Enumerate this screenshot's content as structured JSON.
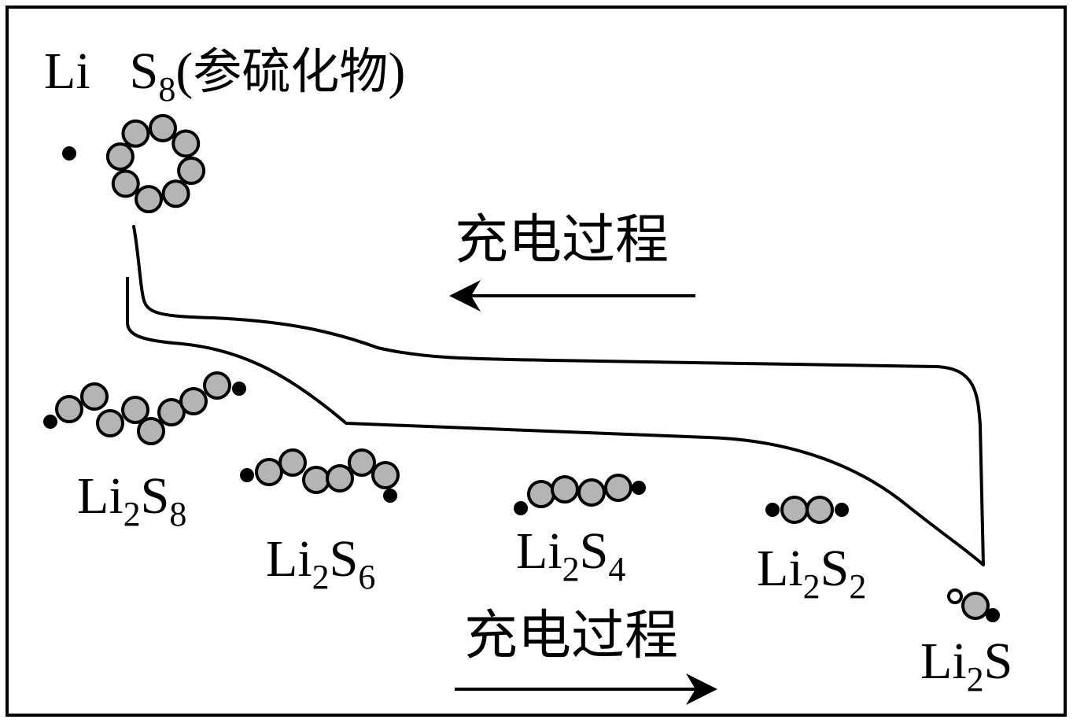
{
  "title": {
    "li": "Li",
    "s": "S",
    "s_sub": "8",
    "paren_open": "(",
    "zh": "参硫化物",
    "paren_close": ")"
  },
  "species": [
    {
      "id": "li2s8",
      "base": "Li",
      "sub1": "2",
      "mid": "S",
      "sub2": "8"
    },
    {
      "id": "li2s6",
      "base": "Li",
      "sub1": "2",
      "mid": "S",
      "sub2": "6"
    },
    {
      "id": "li2s4",
      "base": "Li",
      "sub1": "2",
      "mid": "S",
      "sub2": "4"
    },
    {
      "id": "li2s2",
      "base": "Li",
      "sub1": "2",
      "mid": "S",
      "sub2": "2"
    },
    {
      "id": "li2s",
      "base": "Li",
      "sub1": "2",
      "mid": "S",
      "sub2": ""
    }
  ],
  "arrows": {
    "top_label": "充电过程",
    "bottom_label": "充电过程"
  },
  "colors": {
    "atom_fill": "#b4b4b4",
    "stroke": "#000000",
    "background": "#ffffff"
  }
}
